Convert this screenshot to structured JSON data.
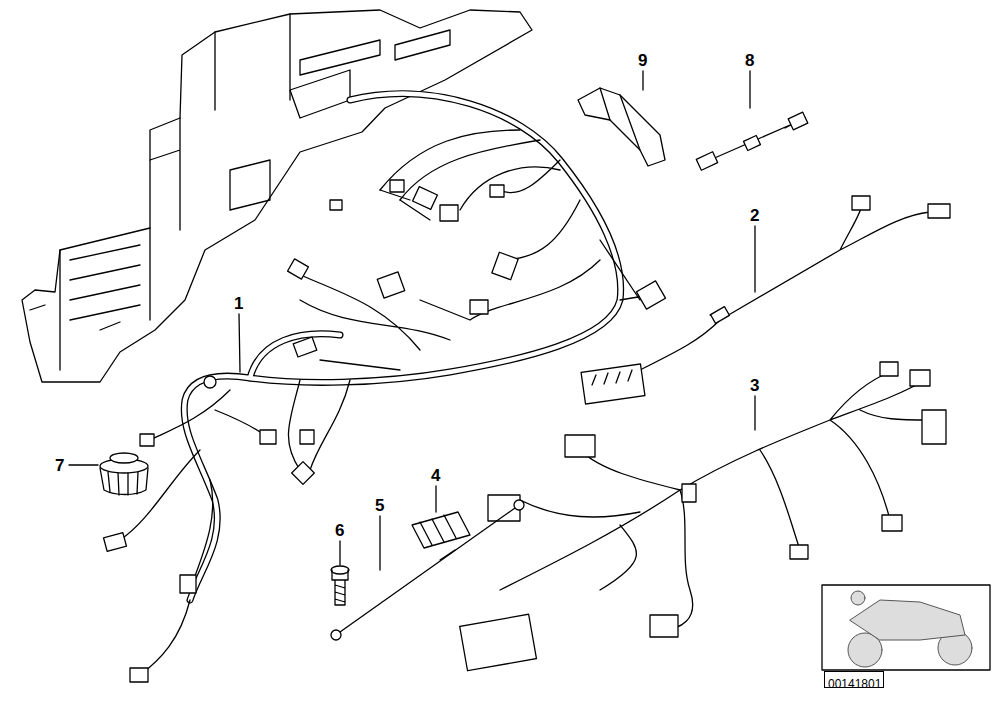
{
  "diagram": {
    "nodes": [
      {
        "text": [
          "00141801"
        ]
      }
    ],
    "labels": [
      "9",
      "8",
      "2",
      "1",
      "3",
      "7",
      "4",
      "5",
      "6"
    ]
  }
}
